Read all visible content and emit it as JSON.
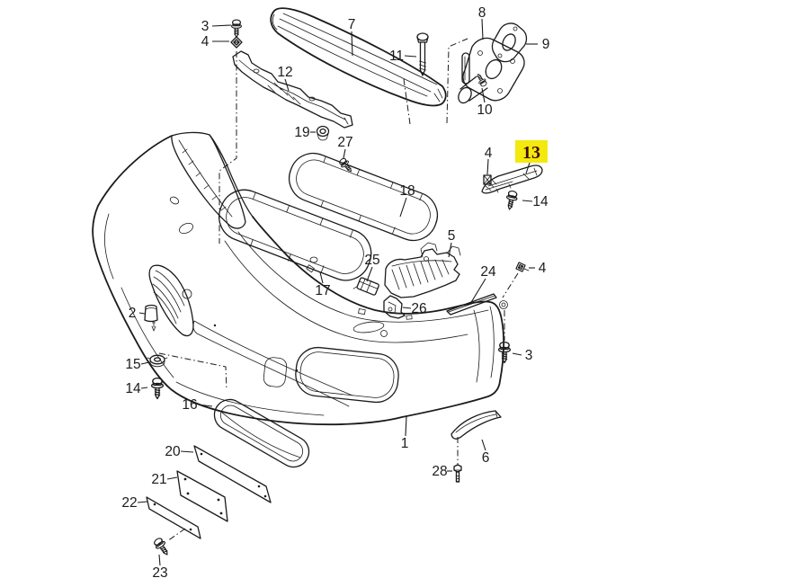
{
  "diagram": {
    "type": "exploded-parts-diagram",
    "subject": "front bumper assembly",
    "background_color": "#ffffff",
    "line_color": "#1b1b1b",
    "highlight": {
      "label": "13",
      "box_color": "#F3E90F",
      "text_color": "#400a00"
    }
  },
  "callouts": [
    {
      "id": "screw-top",
      "label": "3"
    },
    {
      "id": "clip-top",
      "label": "4"
    },
    {
      "id": "impact-bar",
      "label": "7"
    },
    {
      "id": "long-bolt",
      "label": "11"
    },
    {
      "id": "mount-bracket",
      "label": "8"
    },
    {
      "id": "gasket",
      "label": "9"
    },
    {
      "id": "small-screw",
      "label": "10"
    },
    {
      "id": "upper-bracket",
      "label": "12"
    },
    {
      "id": "grommet",
      "label": "19"
    },
    {
      "id": "screw-27",
      "label": "27"
    },
    {
      "id": "clip-mid",
      "label": "4"
    },
    {
      "id": "side-bracket-highlight",
      "label": "13"
    },
    {
      "id": "screw-right",
      "label": "14"
    },
    {
      "id": "grille-upper",
      "label": "18"
    },
    {
      "id": "center-grille",
      "label": "5"
    },
    {
      "id": "clip-25",
      "label": "25"
    },
    {
      "id": "strip",
      "label": "24"
    },
    {
      "id": "clip-right",
      "label": "4"
    },
    {
      "id": "grille-lower",
      "label": "17"
    },
    {
      "id": "bracket-26",
      "label": "26"
    },
    {
      "id": "plug",
      "label": "2"
    },
    {
      "id": "screw-corner",
      "label": "3"
    },
    {
      "id": "nut",
      "label": "15"
    },
    {
      "id": "screw-left",
      "label": "14"
    },
    {
      "id": "grille-small",
      "label": "16"
    },
    {
      "id": "bumper-cover",
      "label": "1"
    },
    {
      "id": "plate-20",
      "label": "20"
    },
    {
      "id": "spoiler-lip",
      "label": "6"
    },
    {
      "id": "bolt-28",
      "label": "28"
    },
    {
      "id": "plate-21",
      "label": "21"
    },
    {
      "id": "plate-22",
      "label": "22"
    },
    {
      "id": "screw-23",
      "label": "23"
    }
  ]
}
